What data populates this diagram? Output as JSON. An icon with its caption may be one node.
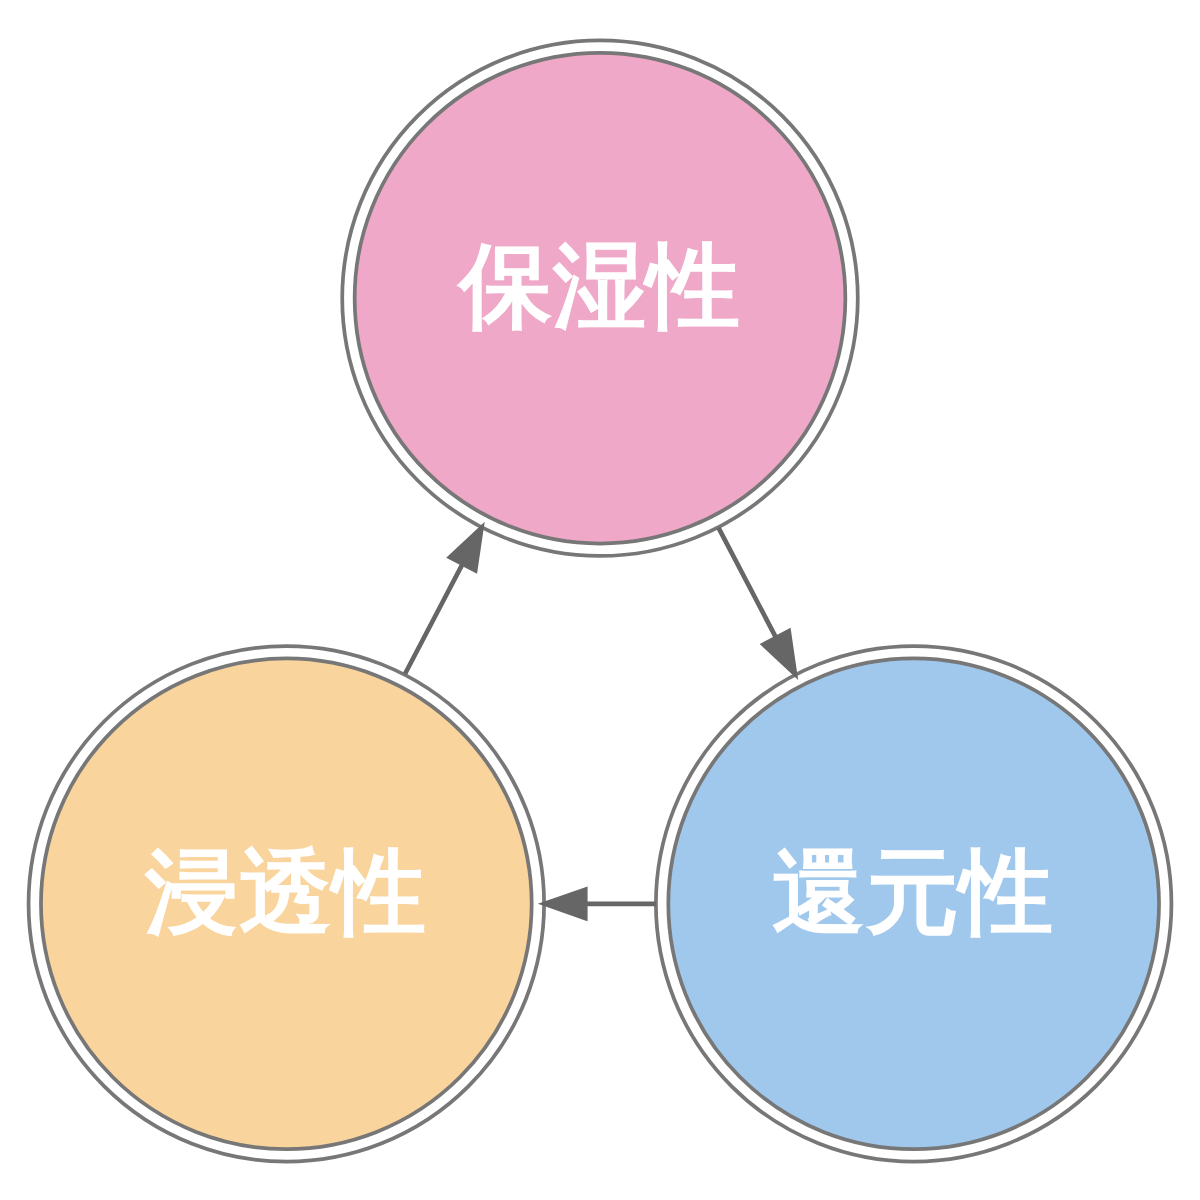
{
  "diagram": {
    "nodes": [
      {
        "text": [
          "保湿性"
        ]
      },
      {
        "text": [
          "浸透性"
        ]
      },
      {
        "text": [
          "還元性"
        ]
      }
    ],
    "edges": [
      {
        "from": 0,
        "to": 2,
        "arrow": "to"
      },
      {
        "from": 2,
        "to": 1,
        "arrow": "to"
      },
      {
        "from": 1,
        "to": 0,
        "arrow": "to"
      }
    ]
  }
}
